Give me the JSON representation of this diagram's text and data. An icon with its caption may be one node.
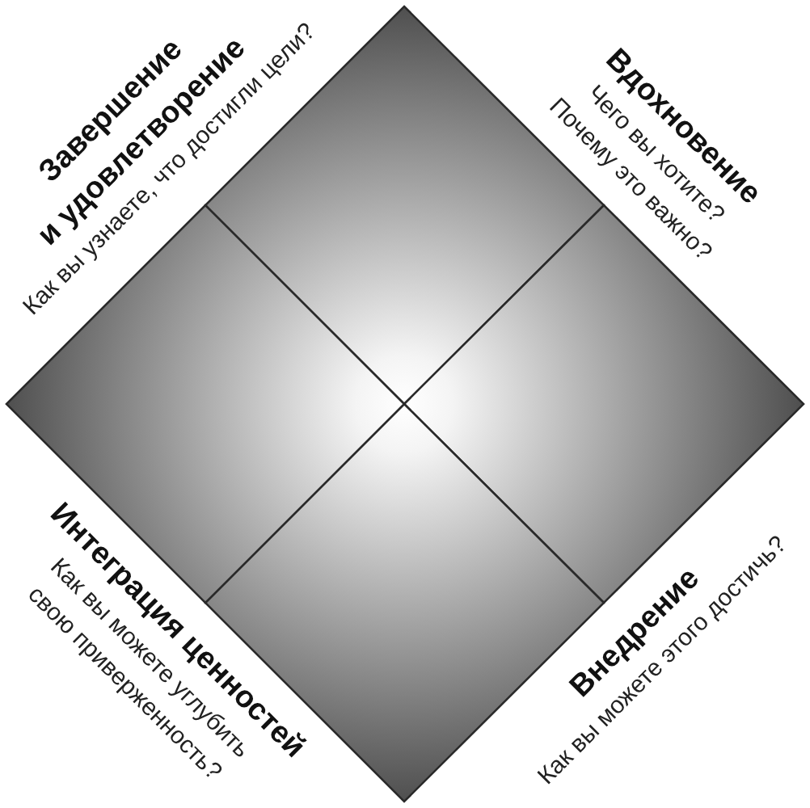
{
  "diagram": {
    "labels": [
      "Завершение и удовлетворение",
      "Как вы узнаете, что достигли цели?",
      "Вдохновение",
      "Чего вы хотите? Почему это важно?",
      "Интеграция ценностей",
      "Как вы можете углубить свою приверженность?",
      "Внедрение",
      "Как вы можете этого достичь?"
    ]
  }
}
